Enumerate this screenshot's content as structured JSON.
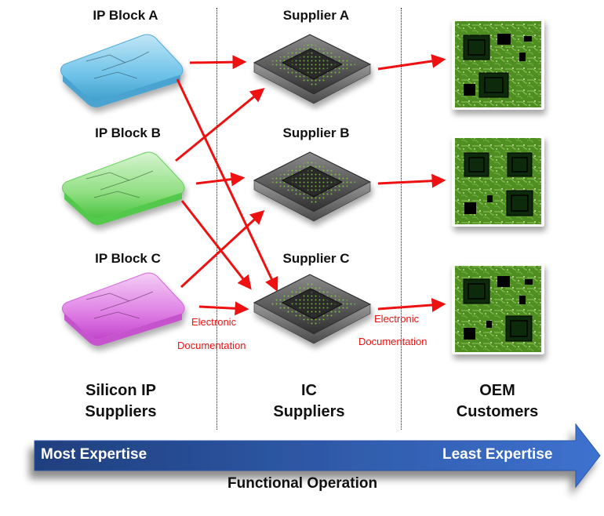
{
  "ip_blocks": [
    {
      "label": "IP Block A",
      "color": "#6cc3ea"
    },
    {
      "label": "IP Block B",
      "color": "#7fe07a"
    },
    {
      "label": "IP Block C",
      "color": "#e47ce8"
    }
  ],
  "suppliers": [
    {
      "label": "Supplier A"
    },
    {
      "label": "Supplier B"
    },
    {
      "label": "Supplier C"
    }
  ],
  "oem_boards": [
    {
      "name": "oem-board-1"
    },
    {
      "name": "oem-board-2"
    },
    {
      "name": "oem-board-3"
    }
  ],
  "annotations": {
    "left_line1": "Electronic",
    "left_line2": "Documentation",
    "right_line1": "Electronic",
    "right_line2": "Documentation",
    "color": "#ee1111"
  },
  "columns": [
    {
      "line1": "Silicon IP",
      "line2": "Suppliers"
    },
    {
      "line1": "IC",
      "line2": "Suppliers"
    },
    {
      "line1": "OEM",
      "line2": "Customers"
    }
  ],
  "expertise_arrow": {
    "left_label": "Most Expertise",
    "right_label": "Least Expertise",
    "start_color": "#1f3f7e",
    "end_color": "#3e72cf"
  },
  "caption": "Functional Operation",
  "connections": [
    {
      "from": "IP Block A",
      "to": "Supplier A"
    },
    {
      "from": "IP Block A",
      "to": "Supplier C"
    },
    {
      "from": "IP Block B",
      "to": "Supplier A"
    },
    {
      "from": "IP Block B",
      "to": "Supplier B"
    },
    {
      "from": "IP Block B",
      "to": "Supplier C"
    },
    {
      "from": "IP Block C",
      "to": "Supplier B"
    },
    {
      "from": "IP Block C",
      "to": "Supplier C"
    },
    {
      "from": "Supplier A",
      "to": "OEM Customer 1"
    },
    {
      "from": "Supplier B",
      "to": "OEM Customer 2"
    },
    {
      "from": "Supplier C",
      "to": "OEM Customer 3"
    }
  ]
}
